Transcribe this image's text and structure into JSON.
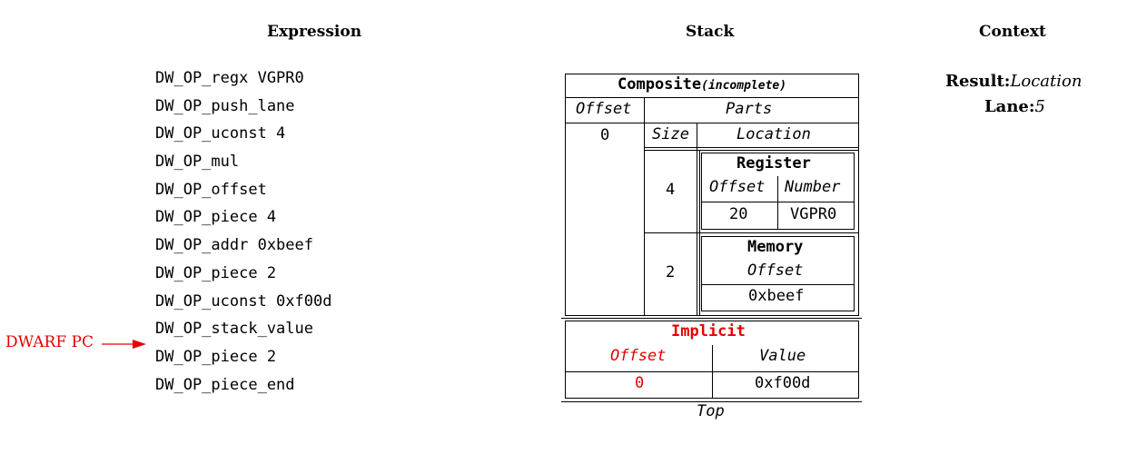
{
  "headers": {
    "expression": "Expression",
    "stack": "Stack",
    "context": "Context"
  },
  "ops": [
    "DW_OP_regx VGPR0",
    "DW_OP_push_lane",
    "DW_OP_uconst 4",
    "DW_OP_mul",
    "DW_OP_offset",
    "DW_OP_piece 4",
    "DW_OP_addr 0xbeef",
    "DW_OP_piece 2",
    "DW_OP_uconst 0xf00d",
    "DW_OP_stack_value",
    "DW_OP_piece 2",
    "DW_OP_piece_end"
  ],
  "pc_label": "DWARF PC",
  "colors": {
    "highlight": "#e60000",
    "line": "#000000"
  },
  "composite": {
    "title": "Composite",
    "qualifier": "(incomplete)",
    "offset_label": "Offset",
    "offset_value": "0",
    "parts_label": "Parts",
    "size_label": "Size",
    "location_label": "Location",
    "pieces": [
      {
        "size": "4",
        "kind": "Register",
        "offset_label": "Offset",
        "number_label": "Number",
        "offset_value": "20",
        "number_value": "VGPR0"
      },
      {
        "size": "2",
        "kind": "Memory",
        "offset_label": "Offset",
        "offset_value": "0xbeef"
      }
    ]
  },
  "implicit": {
    "title": "Implicit",
    "offset_label": "Offset",
    "value_label": "Value",
    "offset_value": "0",
    "value": "0xf00d"
  },
  "stack_top_label": "Top",
  "context": {
    "result_key": "Result:",
    "result_value": "Location",
    "lane_key": "Lane:",
    "lane_value": "5"
  }
}
